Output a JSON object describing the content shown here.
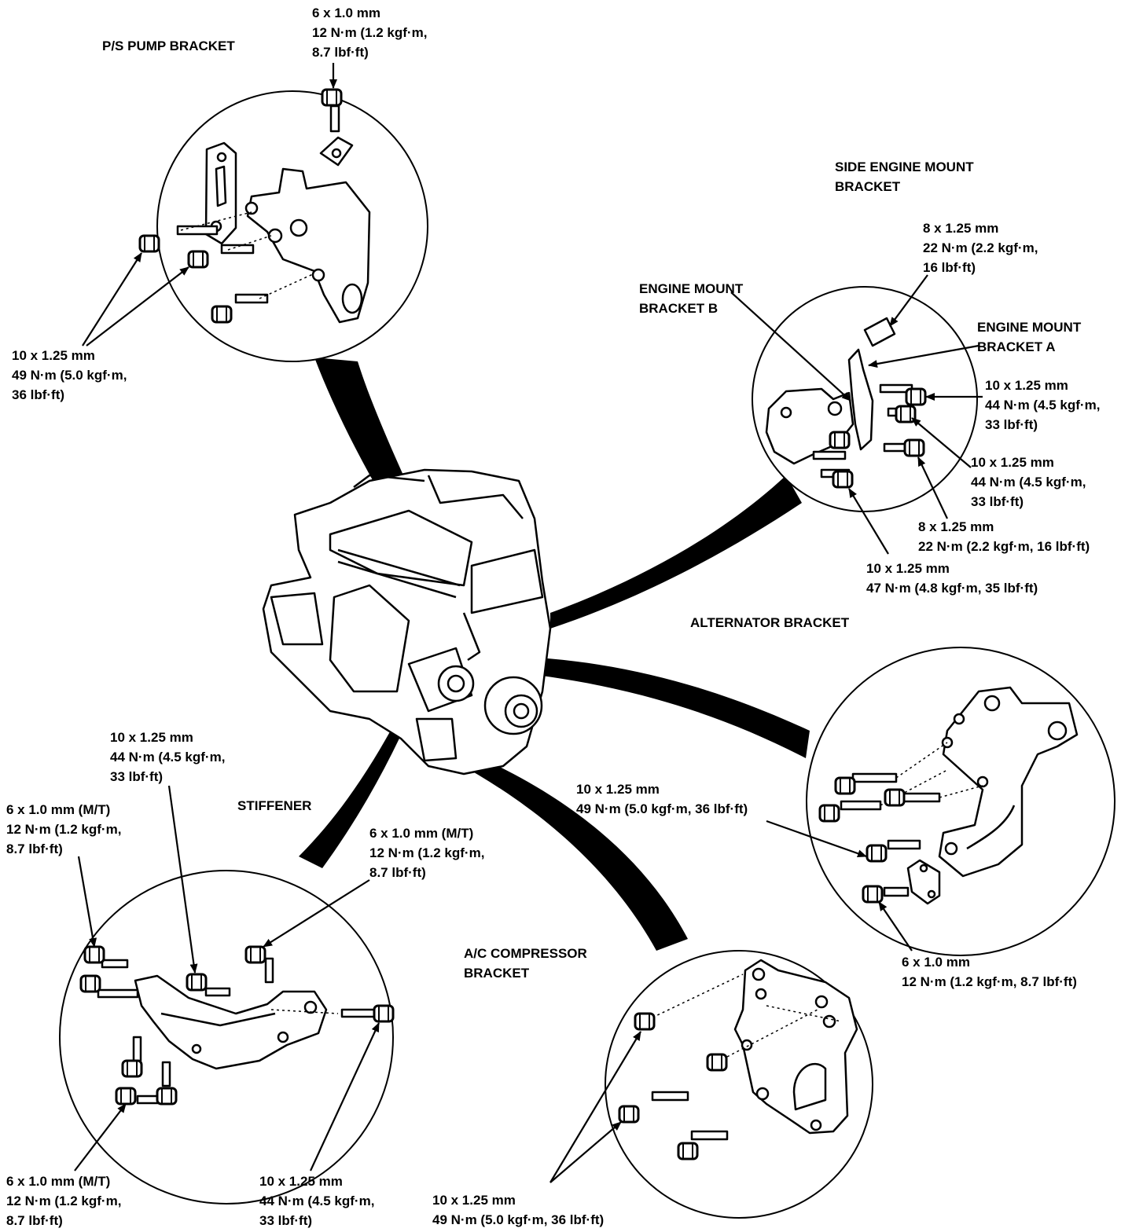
{
  "labels": {
    "ps_pump_bracket": "P/S PUMP BRACKET",
    "ps_top_bolt": [
      "6 x 1.0 mm",
      "12 N·m (1.2 kgf·m,",
      "8.7 lbf·ft)"
    ],
    "ps_side_bolts": [
      "10 x 1.25 mm",
      "49 N·m (5.0 kgf·m,",
      "36 lbf·ft)"
    ],
    "side_engine_mount_bracket": [
      "SIDE ENGINE MOUNT",
      "BRACKET"
    ],
    "side_mount_top_bolt": [
      "8 x 1.25 mm",
      "22 N·m (2.2 kgf·m,",
      "16 lbf·ft)"
    ],
    "engine_mount_bracket_b": [
      "ENGINE MOUNT",
      "BRACKET B"
    ],
    "engine_mount_bracket_a": [
      "ENGINE MOUNT",
      "BRACKET A"
    ],
    "mount_bolt_44_a": [
      "10 x 1.25 mm",
      "44 N·m (4.5 kgf·m,",
      "33 lbf·ft)"
    ],
    "mount_bolt_44_b": [
      "10 x 1.25 mm",
      "44 N·m (4.5 kgf·m,",
      "33 lbf·ft)"
    ],
    "mount_bolt_22": [
      "8 x 1.25 mm",
      "22 N·m (2.2 kgf·m, 16 lbf·ft)"
    ],
    "mount_bolt_47": [
      "10 x 1.25 mm",
      "47 N·m (4.8 kgf·m, 35 lbf·ft)"
    ],
    "alternator_bracket": "ALTERNATOR BRACKET",
    "alt_bolt_49": [
      "10 x 1.25 mm",
      "49 N·m (5.0 kgf·m, 36 lbf·ft)"
    ],
    "alt_bolt_6": [
      "6 x 1.0 mm",
      "12 N·m (1.2 kgf·m, 8.7 lbf·ft)"
    ],
    "stiffener": "STIFFENER",
    "stiff_bolt_44_top": [
      "10 x 1.25 mm",
      "44 N·m (4.5 kgf·m,",
      "33 lbf·ft)"
    ],
    "stiff_bolt_6_left": [
      "6 x 1.0 mm (M/T)",
      "12 N·m (1.2 kgf·m,",
      "8.7 lbf·ft)"
    ],
    "stiff_bolt_6_right": [
      "6 x 1.0 mm (M/T)",
      "12 N·m (1.2 kgf·m,",
      "8.7 lbf·ft)"
    ],
    "stiff_bolt_6_bottom": [
      "6 x 1.0 mm (M/T)",
      "12 N·m (1.2 kgf·m,",
      "8.7 lbf·ft)"
    ],
    "stiff_bolt_44_bottom": [
      "10 x 1.25 mm",
      "44 N·m (4.5 kgf·m,",
      "33 lbf·ft)"
    ],
    "ac_compressor_bracket": [
      "A/C COMPRESSOR",
      "BRACKET"
    ],
    "ac_bolt_49": [
      "10 x 1.25 mm",
      "49 N·m (5.0 kgf·m, 36 lbf·ft)"
    ]
  }
}
